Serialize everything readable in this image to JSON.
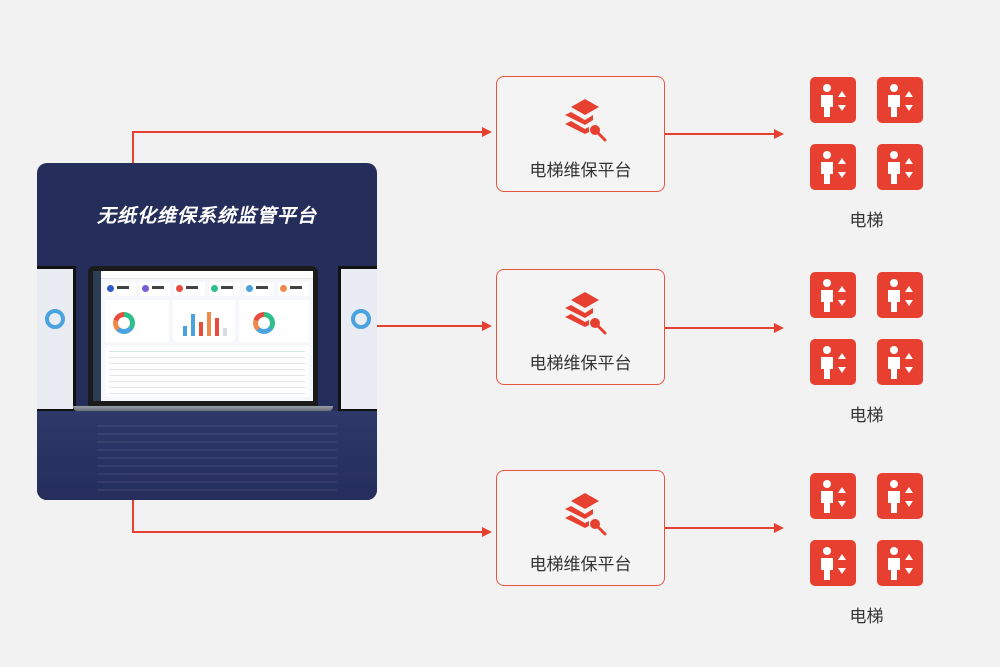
{
  "dashboard": {
    "title": "无纸化维保系统监管平台"
  },
  "platforms": [
    {
      "label": "电梯维保平台",
      "icon": "layers-wrench-icon"
    },
    {
      "label": "电梯维保平台",
      "icon": "layers-wrench-icon"
    },
    {
      "label": "电梯维保平台",
      "icon": "layers-wrench-icon"
    }
  ],
  "elevator_groups": [
    {
      "label": "电梯",
      "icon": "elevator-icon",
      "count": 4
    },
    {
      "label": "电梯",
      "icon": "elevator-icon",
      "count": 4
    },
    {
      "label": "电梯",
      "icon": "elevator-icon",
      "count": 4
    }
  ],
  "colors": {
    "accent": "#e84030",
    "card_bg": "#252e5b",
    "page_bg": "#f2f2f2",
    "text": "#333333"
  }
}
